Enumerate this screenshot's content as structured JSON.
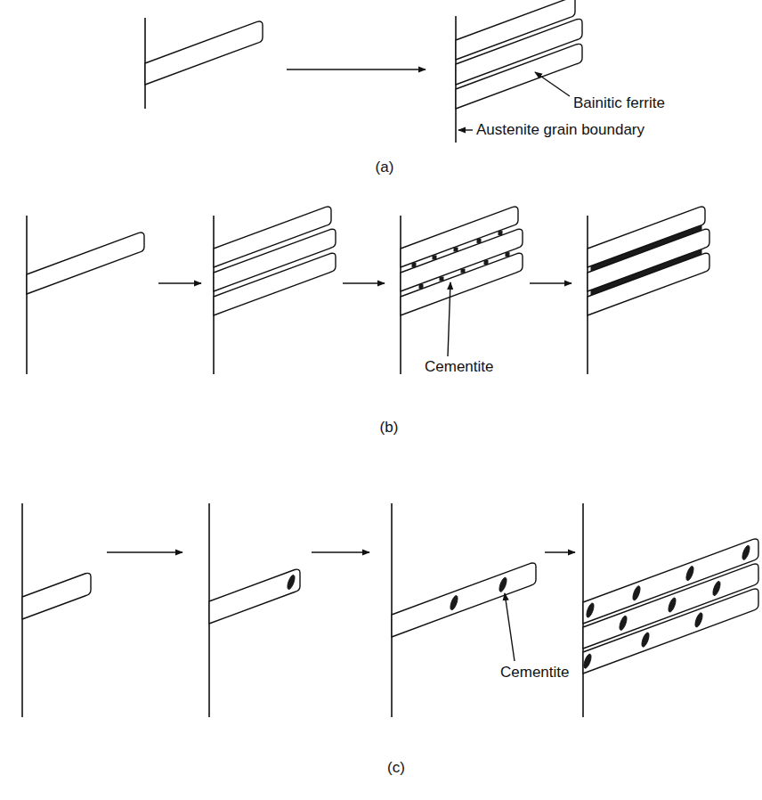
{
  "diagram": {
    "labels": [
      "Austenite grain boundary",
      "Bainitic ferrite",
      "(a)",
      "Cementite",
      "(b)",
      "Cementite",
      "(c)"
    ]
  }
}
